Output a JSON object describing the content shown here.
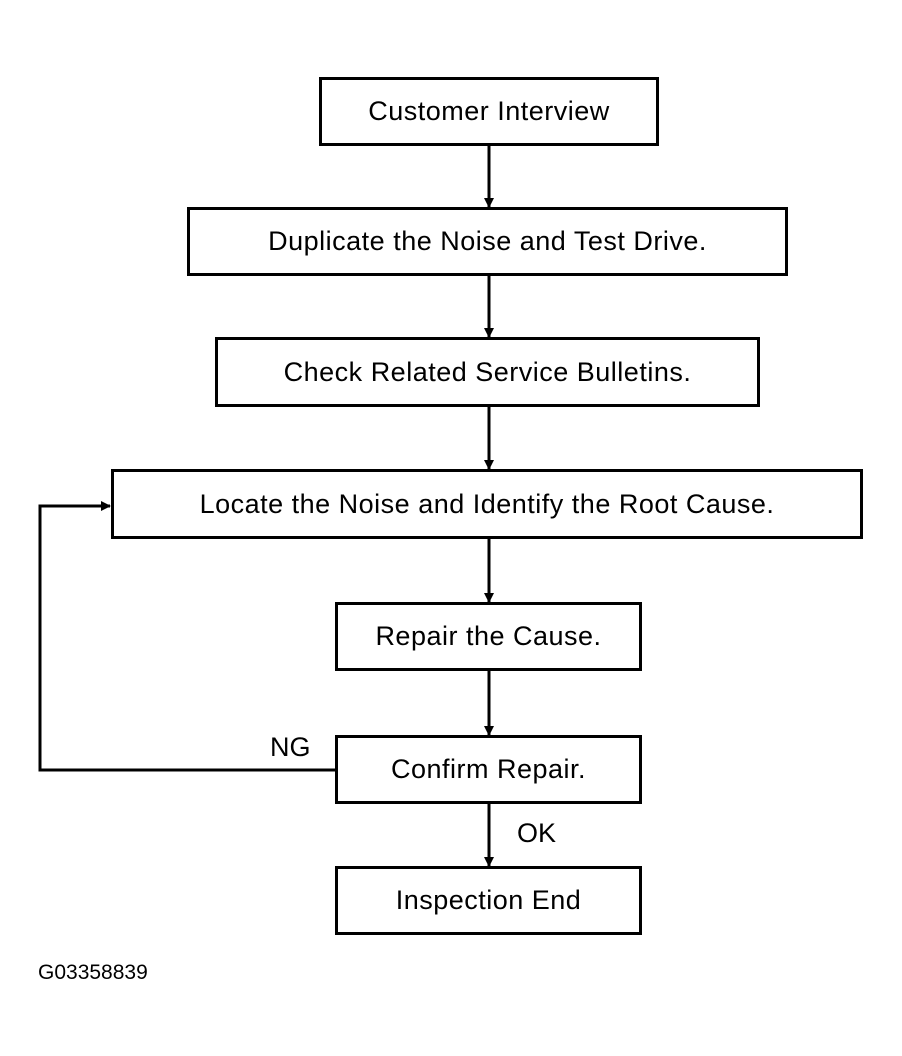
{
  "flowchart": {
    "steps": [
      {
        "id": "customer-interview",
        "label": "Customer Interview"
      },
      {
        "id": "duplicate-noise",
        "label": "Duplicate the Noise and Test Drive."
      },
      {
        "id": "check-bulletins",
        "label": "Check Related Service Bulletins."
      },
      {
        "id": "locate-noise",
        "label": "Locate the Noise and Identify the Root Cause."
      },
      {
        "id": "repair-cause",
        "label": "Repair the Cause."
      },
      {
        "id": "confirm-repair",
        "label": "Confirm Repair."
      },
      {
        "id": "inspection-end",
        "label": "Inspection End"
      }
    ],
    "edge_labels": {
      "ng": "NG",
      "ok": "OK"
    }
  },
  "figure_id": "G03358839"
}
